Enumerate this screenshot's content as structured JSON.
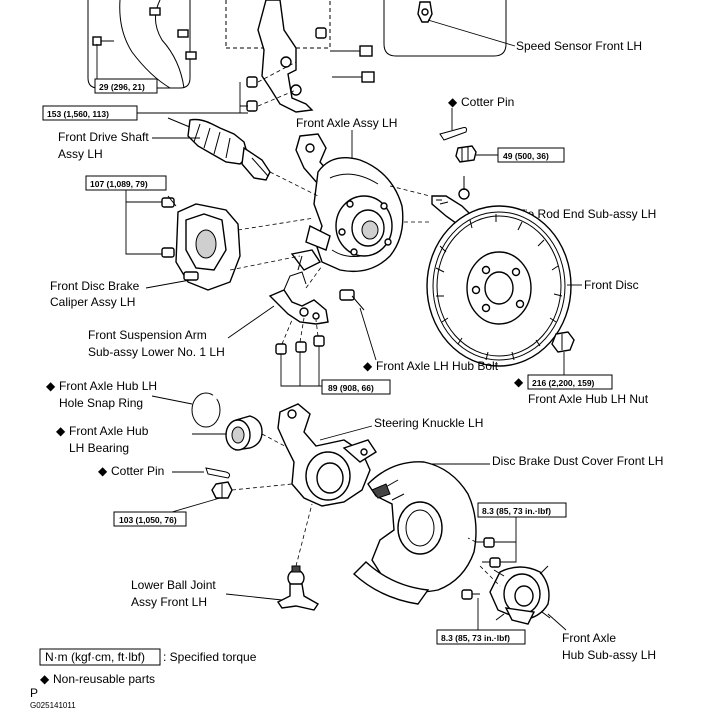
{
  "labels": {
    "speed_sensor": "Speed Sensor Front LH",
    "cotter_pin_top": "Cotter Pin",
    "drive_shaft_1": "Front Drive Shaft",
    "drive_shaft_2": "Assy LH",
    "axle_assy": "Front Axle Assy LH",
    "tie_rod": "Tie Rod End Sub-assy LH",
    "caliper_1": "Front Disc Brake",
    "caliper_2": "Caliper Assy LH",
    "front_disc": "Front Disc",
    "susp_arm_1": "Front Suspension Arm",
    "susp_arm_2": "Sub-assy Lower No. 1 LH",
    "hub_bolt": "Front Axle LH Hub Bolt",
    "hub_nut": "Front Axle Hub LH Nut",
    "snap_ring_1": "Front Axle Hub LH",
    "snap_ring_2": "Hole Snap Ring",
    "hub_bearing_1": "Front Axle Hub",
    "hub_bearing_2": "LH Bearing",
    "steering_knuckle": "Steering Knuckle LH",
    "cotter_pin_mid": "Cotter Pin",
    "dust_cover": "Disc Brake Dust Cover Front LH",
    "ball_joint_1": "Lower Ball Joint",
    "ball_joint_2": "Assy Front LH",
    "axle_hub_1": "Front Axle",
    "axle_hub_2": "Hub Sub-assy LH"
  },
  "torques": {
    "t29": "29 (296, 21)",
    "t153": "153 (1,560, 113)",
    "t49": "49 (500, 36)",
    "t107": "107 (1,089, 79)",
    "t216": "216 (2,200, 159)",
    "t89": "89 (908, 66)",
    "t103": "103 (1,050, 76)",
    "t83a": "8.3 (85, 73 in.·lbf)",
    "t83b": "8.3 (85, 73 in.·lbf)"
  },
  "legend": {
    "unit_box": "N·m (kgf·cm, ft·lbf)",
    "unit_text": ": Specified torque",
    "nonreusable": "Non-reusable parts",
    "marker": "◆"
  },
  "footer": {
    "p": "P",
    "code": "G025141011"
  }
}
